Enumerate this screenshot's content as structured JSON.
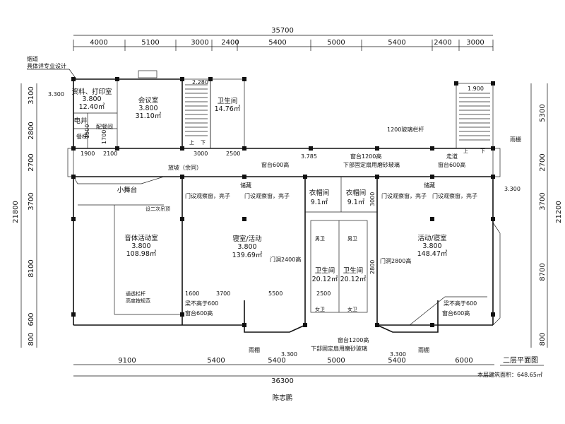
{
  "drawing": {
    "title": "二层平面图",
    "area_note": "本层建筑面积：648.65㎡",
    "designer": "陈志鹏",
    "chimney_note": [
      "烟道",
      "具体详专业设计"
    ]
  },
  "dimensions": {
    "top_total": "35700",
    "top_segments": [
      "4000",
      "5100",
      "3000",
      "2400",
      "5400",
      "5000",
      "5400",
      "2400",
      "3000"
    ],
    "bottom_total": "36300",
    "bottom_segments": [
      "9100",
      "5400",
      "5400",
      "5000",
      "5400",
      "6000"
    ],
    "left_total": "21800",
    "left_segments": [
      "3100",
      "2800",
      "2700",
      "3700",
      "8100",
      "600",
      "800"
    ],
    "right_total": "21200",
    "right_segments": [
      "5300",
      "2700",
      "3700",
      "8700",
      "800"
    ],
    "inner": [
      "1900",
      "2100",
      "1500",
      "1700",
      "3000",
      "2500",
      "1600",
      "3700",
      "5500",
      "2500",
      "3000",
      "2800"
    ]
  },
  "rooms": [
    {
      "name": "资料、打印室",
      "elev": "3.800",
      "area": "12.40㎡"
    },
    {
      "name": "会议室",
      "elev": "3.800",
      "area": "31.10㎡"
    },
    {
      "name": "卫生间",
      "elev": "",
      "area": "14.76㎡"
    },
    {
      "name": "电井",
      "elev": "",
      "area": ""
    },
    {
      "name": "配餐间",
      "elev": "",
      "area": ""
    },
    {
      "name": "餐梯",
      "elev": "",
      "area": ""
    },
    {
      "name": "音体活动室",
      "elev": "3.800",
      "area": "108.98㎡"
    },
    {
      "name": "小舞台",
      "elev": "",
      "area": ""
    },
    {
      "name": "寝室/活动",
      "elev": "3.800",
      "area": "139.69㎡"
    },
    {
      "name": "衣帽间",
      "elev": "",
      "area": "9.1㎡"
    },
    {
      "name": "衣帽间",
      "elev": "",
      "area": "9.1㎡"
    },
    {
      "name": "卫生间",
      "elev": "",
      "area": "20.12㎡"
    },
    {
      "name": "卫生间",
      "elev": "",
      "area": "20.12㎡"
    },
    {
      "name": "活动/寝室",
      "elev": "3.800",
      "area": "148.47㎡"
    }
  ],
  "elevations": [
    "3.300",
    "2.280",
    "1.900",
    "3.785",
    "3.300",
    "3.300",
    "3.300"
  ],
  "notes": {
    "railing": "1200玻璃栏杆",
    "sill_top": "窗台1200高",
    "frosted_top": "下部固定扇用磨砂玻璃",
    "corridor": "走道",
    "sill600_a": "窗台600高",
    "sill600_b": "窗台600高",
    "sill600_c": "窗台600高",
    "sill600_d": "窗台600高",
    "sill600_e": "窗台600高",
    "ramp": "放坡（余同）",
    "storage_l": "储藏",
    "storage_r": "储藏",
    "window_l1": "门设观察窗，亮子",
    "window_l2": "门设观察窗，亮子",
    "window_r1": "门设观察窗，亮子",
    "window_r2": "门设观察窗，亮子",
    "door_l": "门洞2400高",
    "door_r": "门洞2800高",
    "beam_l": "梁不高于600",
    "beam_r": "梁不高于600",
    "canopy_r": "雨棚",
    "canopy_b1": "雨棚",
    "canopy_b2": "雨棚",
    "sill_bottom": "窗台1200高",
    "frosted_bottom": "下部固定扇用磨砂玻璃",
    "stage_note": "设二次吊顶",
    "rail_note": "通透栏杆",
    "rail_note2": "高度按规范",
    "nursery_l": "男卫",
    "nursery_r": "男卫",
    "girls_l": "女卫",
    "girls_r": "女卫",
    "stair_up1": "上",
    "stair_dn1": "下",
    "stair_up2": "上",
    "stair_dn2": "下"
  }
}
